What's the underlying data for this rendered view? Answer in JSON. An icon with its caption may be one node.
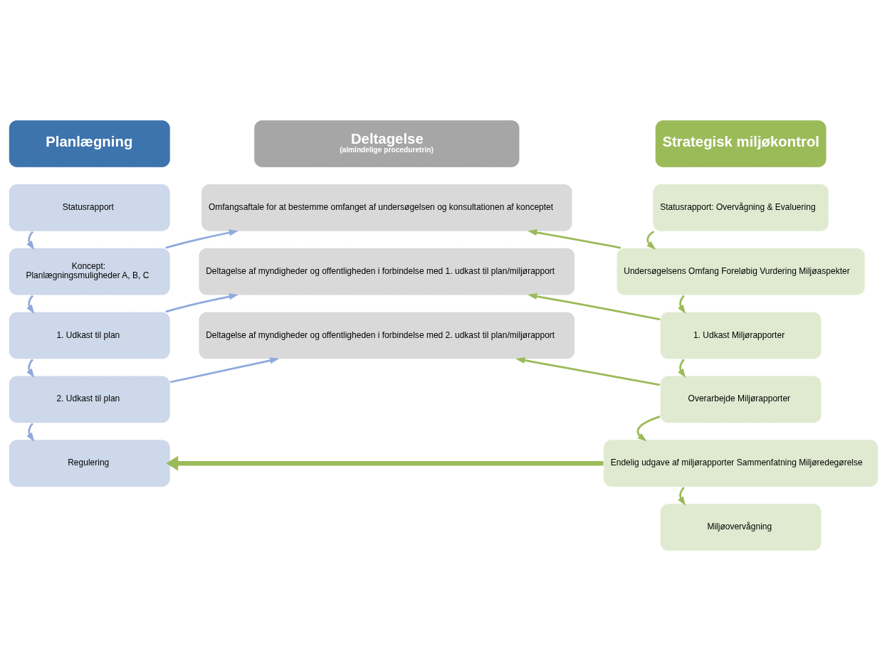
{
  "diagram": {
    "nodes": [
      {
        "text": [
          "Planlægning"
        ]
      },
      {
        "text": [
          "Deltagelse",
          "(almindelige proceduretrin)"
        ]
      },
      {
        "text": [
          "Strategisk miljøkontrol"
        ]
      },
      {
        "text": [
          "Statusrapport"
        ]
      },
      {
        "text": [
          "Koncept:",
          "Planlægningsmuligheder A, B, C"
        ]
      },
      {
        "text": [
          "1. Udkast til plan"
        ]
      },
      {
        "text": [
          "2. Udkast til plan"
        ]
      },
      {
        "text": [
          "Regulering"
        ]
      },
      {
        "text": [
          "Omfangsaftale for at bestemme omfanget af undersøgelsen og konsultationen af konceptet"
        ]
      },
      {
        "text": [
          "Deltagelse af myndigheder og offentligheden i forbindelse med 1. udkast til plan/miljørapport"
        ]
      },
      {
        "text": [
          "Deltagelse af myndigheder og offentligheden i forbindelse med 2. udkast til plan/miljørapport"
        ]
      },
      {
        "text": [
          "Statusrapport: Overvågning & Evaluering"
        ]
      },
      {
        "text": [
          "Undersøgelsens Omfang Foreløbig Vurdering Miljøaspekter"
        ]
      },
      {
        "text": [
          "1. Udkast Miljørapporter"
        ]
      },
      {
        "text": [
          "Overarbejde Miljørapporter"
        ]
      },
      {
        "text": [
          "Endelig udgave af miljørapporter Sammenfatning Miljøredegørelse"
        ]
      },
      {
        "text": [
          "Miljøovervågning"
        ]
      }
    ],
    "edges": [
      {
        "from": 3,
        "to": 4,
        "arrow": "to",
        "color": "#8faadc"
      },
      {
        "from": 4,
        "to": 5,
        "arrow": "to",
        "color": "#8faadc"
      },
      {
        "from": 5,
        "to": 6,
        "arrow": "to",
        "color": "#8faadc"
      },
      {
        "from": 6,
        "to": 7,
        "arrow": "to",
        "color": "#8faadc"
      },
      {
        "from": 4,
        "to": 8,
        "arrow": "to",
        "color": "#8faadc"
      },
      {
        "from": 5,
        "to": 9,
        "arrow": "to",
        "color": "#8faadc"
      },
      {
        "from": 6,
        "to": 10,
        "arrow": "to",
        "color": "#8faadc"
      },
      {
        "from": 11,
        "to": 12,
        "arrow": "to"
      },
      {
        "from": 12,
        "to": 13,
        "arrow": "to"
      },
      {
        "from": 13,
        "to": 14,
        "arrow": "to"
      },
      {
        "from": 14,
        "to": 15,
        "arrow": "to"
      },
      {
        "from": 15,
        "to": 16,
        "arrow": "to"
      },
      {
        "from": 12,
        "to": 8,
        "arrow": "to"
      },
      {
        "from": 13,
        "to": 9,
        "arrow": "to"
      },
      {
        "from": 14,
        "to": 10,
        "arrow": "to"
      },
      {
        "from": 15,
        "to": 7,
        "arrow": "to",
        "style": "thick"
      }
    ]
  }
}
